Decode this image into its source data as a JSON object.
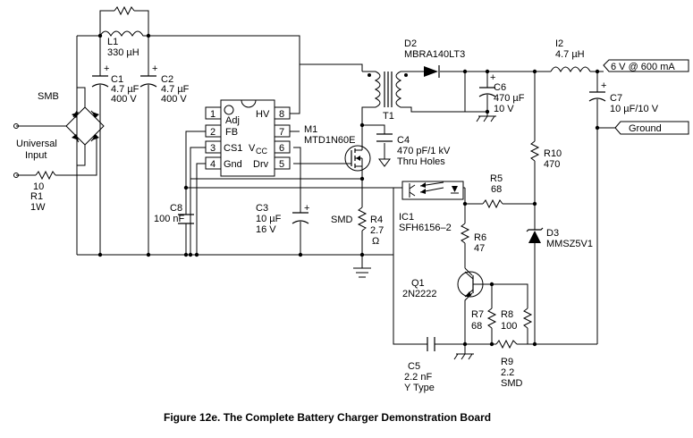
{
  "caption": "Figure 12e. The Complete Battery Charger Demonstration Board",
  "labels": {
    "smb": "SMB",
    "universal": "Universal",
    "input": "Input",
    "r1_val": "10",
    "r1_ref": "R1",
    "r1_pow": "1W",
    "l1_ref": "L1",
    "l1_val": "330 µH",
    "c1_ref": "C1",
    "c1_val": "4.7 µF",
    "c1_volt": "400 V",
    "c2_ref": "C2",
    "c2_val": "4.7 µF",
    "c2_volt": "400 V",
    "plus": "+",
    "ic_pin1_num": "1",
    "ic_pin2_num": "2",
    "ic_pin3_num": "3",
    "ic_pin4_num": "4",
    "ic_pin5_num": "5",
    "ic_pin6_num": "6",
    "ic_pin7_num": "7",
    "ic_pin8_num": "8",
    "ic_adj": "Adj",
    "ic_fb": "FB",
    "ic_cs1": "CS1",
    "ic_gnd": "Gnd",
    "ic_hv": "HV",
    "ic_vcc": "V",
    "ic_vcc_sub": "CC",
    "ic_drv": "Drv",
    "m1_ref": "M1",
    "m1_part": "MTD1N60E",
    "d2_ref": "D2",
    "d2_part": "MBRA140LT3",
    "t1_ref": "T1",
    "c6_ref": "C6",
    "c6_val": "470 µF",
    "c6_volt": "10 V",
    "i2_ref": "I2",
    "i2_val": "4.7 µH",
    "out_label": "6 V @ 600 mA",
    "c7_ref": "C7",
    "c7_val": "10 µF/10 V",
    "ground_label": "Ground",
    "c4_ref": "C4",
    "c4_val": "470 pF/1 kV",
    "c4_note": "Thru Holes",
    "r10_ref": "R10",
    "r10_val": "470",
    "c8_ref": "C8",
    "c8_val": "100 nF",
    "c3_ref": "C3",
    "c3_val": "10 µF",
    "c3_volt": "16 V",
    "smd": "SMD",
    "r4_ref": "R4",
    "r4_val": "2.7",
    "r4_unit": "Ω",
    "r5_ref": "R5",
    "r5_val": "68",
    "ic1_ref": "IC1",
    "ic1_part": "SFH6156–2",
    "d3_ref": "D3",
    "d3_part": "MMSZ5V1",
    "r6_ref": "R6",
    "r6_val": "47",
    "q1_ref": "Q1",
    "q1_part": "2N2222",
    "r7_ref": "R7",
    "r7_val": "68",
    "r8_ref": "R8",
    "r8_val": "100",
    "c5_ref": "C5",
    "c5_val": "2.2 nF",
    "c5_type": "Y Type",
    "r9_ref": "R9",
    "r9_val": "2.2",
    "r9_smd": "SMD"
  }
}
